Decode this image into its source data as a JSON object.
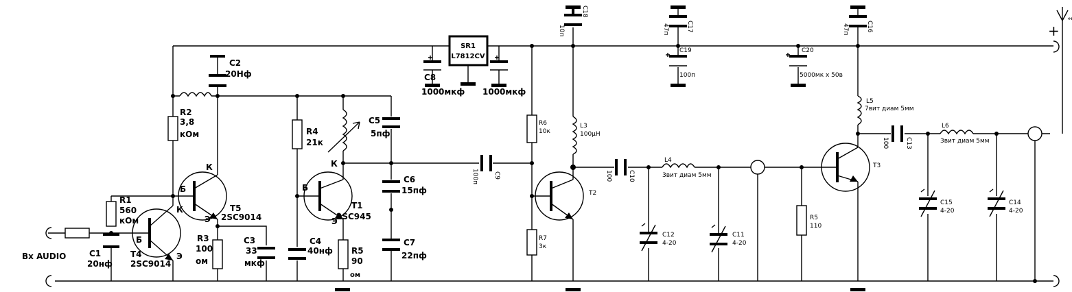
{
  "labels": {
    "input": "Вх AUDIO",
    "plus": "+",
    "antenna": "↔",
    "c1": "C1",
    "c1v": "20нф",
    "r1": "R1",
    "r1v": "560",
    "r1u": "кОм",
    "t4": "T4",
    "t4m": "2SC9014",
    "t4b": "Б",
    "t4k": "К",
    "t4e": "Э",
    "r2": "R2",
    "r2v": "3,8",
    "r2u": "кОм",
    "c2": "C2",
    "c2v": "20Нф",
    "t5": "T5",
    "t5m": "2SC9014",
    "t5b": "Б",
    "t5k": "К",
    "t5e": "Э",
    "r3": "R3",
    "r3v": "100",
    "r3u": "ом",
    "c3": "C3",
    "c3v": "33",
    "c3u": "мкф",
    "r4": "R4",
    "r4v": "21к",
    "c4": "C4",
    "c4v": "40нф",
    "t1": "T1",
    "t1m": "2SC945",
    "t1b": "Б",
    "t1k": "К",
    "t1e": "Э",
    "r5": "R5",
    "r5v": "90",
    "r5u": "ом",
    "c5": "C5",
    "c5v": "5пф",
    "c6": "C6",
    "c6v": "15пф",
    "c7": "C7",
    "c7v": "22пф",
    "sr1": "SR1",
    "sr1m": "L7812CV",
    "c8": "C8",
    "c8v": "1000мкф",
    "c8r": "1000мкф",
    "c9": "C9",
    "c9v": "100п",
    "r6": "R6",
    "r6v": "10к",
    "r7": "R7",
    "r7v": "3к",
    "c18": "C18",
    "c18v": "10п",
    "l3": "L3",
    "l3v": "100μH",
    "t2": "T2",
    "c10": "C10",
    "c10v": "100",
    "l4": "L4",
    "l4v": "3вит диам 5мм",
    "c12": "C12",
    "c12v": "4-20",
    "c11": "C11",
    "c11v": "4-20",
    "c17": "C17",
    "c17v": "47п",
    "c19": "C19",
    "c19v": "100п",
    "c20": "C20",
    "c20v": "5000мк х 50в",
    "r5b": "R5",
    "r5bv": "110",
    "t3": "T3",
    "c16": "C16",
    "c16v": "47п",
    "l5": "L5",
    "l5v": "7вит диам 5мм",
    "c13": "C13",
    "c13v": "100",
    "l6": "L6",
    "l6v": "3вит диам 5мм",
    "c15": "C15",
    "c15v": "4-20",
    "c14": "C14",
    "c14v": "4-20"
  }
}
